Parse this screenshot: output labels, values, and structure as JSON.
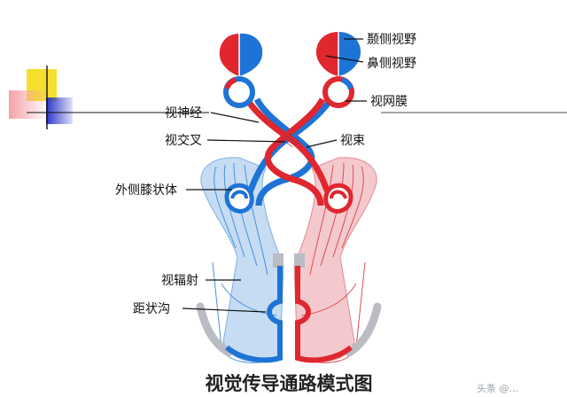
{
  "labels": {
    "temporal_field": "颞侧视野",
    "nasal_field": "鼻侧视野",
    "optic_nerve": "视神经",
    "retina": "视网膜",
    "optic_chiasm": "视交叉",
    "optic_tract": "视束",
    "lgn": "外侧膝状体",
    "optic_radiation": "视辐射",
    "calcarine_sulcus": "距状沟"
  },
  "title": "视觉传导通路模式图",
  "watermark": "头条 @…",
  "colors": {
    "left_pathway": "#1e73d6",
    "left_pathway_light": "#c5dcf3",
    "right_pathway": "#e0262e",
    "right_pathway_light": "#f3c9cd",
    "cortex_gray": "#b9bcc1",
    "deco_yellow": "#f4df2c",
    "deco_red": "#e8404a",
    "deco_blue": "#2b35c8"
  }
}
